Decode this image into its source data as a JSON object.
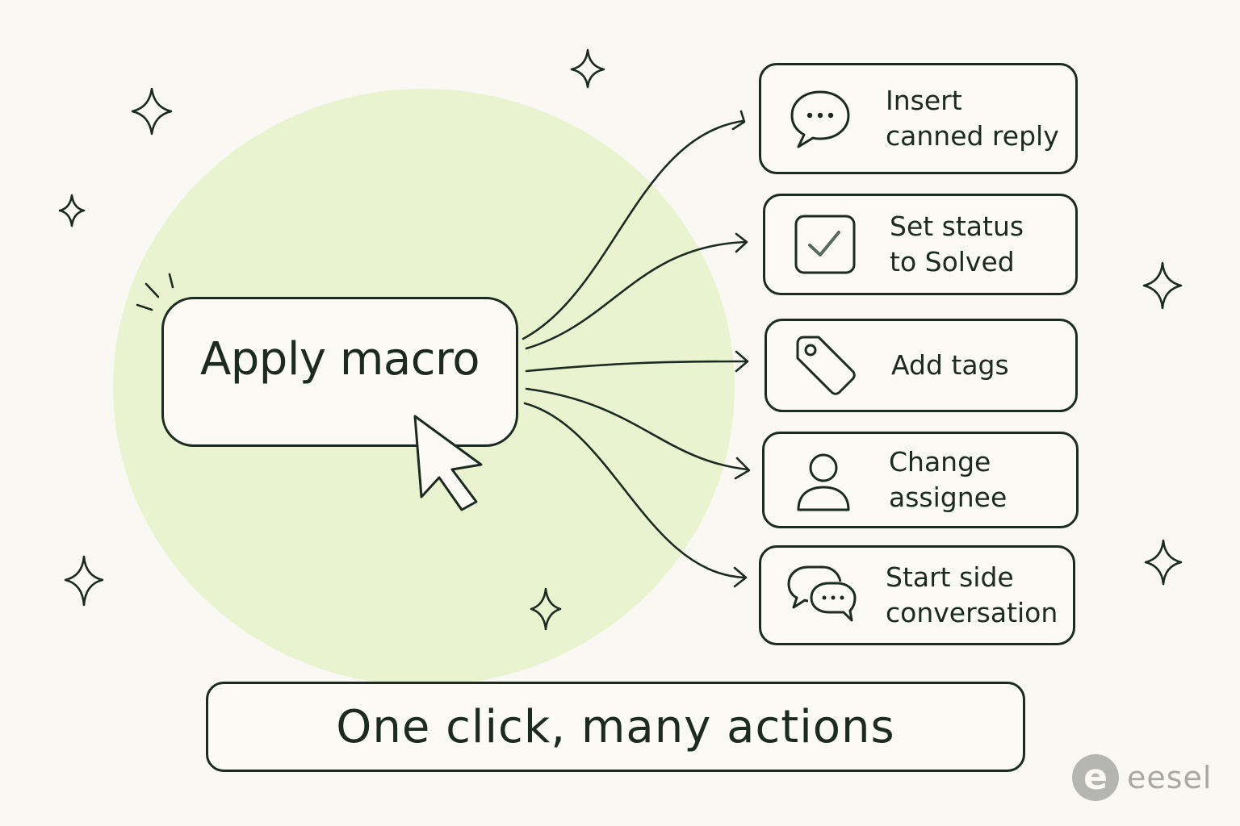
{
  "center": {
    "label": "Apply macro"
  },
  "actions": [
    {
      "label": "Insert\ncanned reply",
      "icon": "speech-bubble-icon"
    },
    {
      "label": "Set status\nto Solved",
      "icon": "checkbox-icon"
    },
    {
      "label": "Add tags",
      "icon": "tag-icon"
    },
    {
      "label": "Change\nassignee",
      "icon": "person-icon"
    },
    {
      "label": "Start side\nconversation",
      "icon": "conversation-bubbles-icon"
    }
  ],
  "tagline": {
    "text": "One click, many actions"
  },
  "brand": {
    "name": "eesel",
    "mark": "e"
  },
  "colors": {
    "background": "#f9f8f3",
    "blob": "#e9f3cf",
    "ink": "#1d2a1f",
    "brand_gray": "#a8a8a5"
  }
}
